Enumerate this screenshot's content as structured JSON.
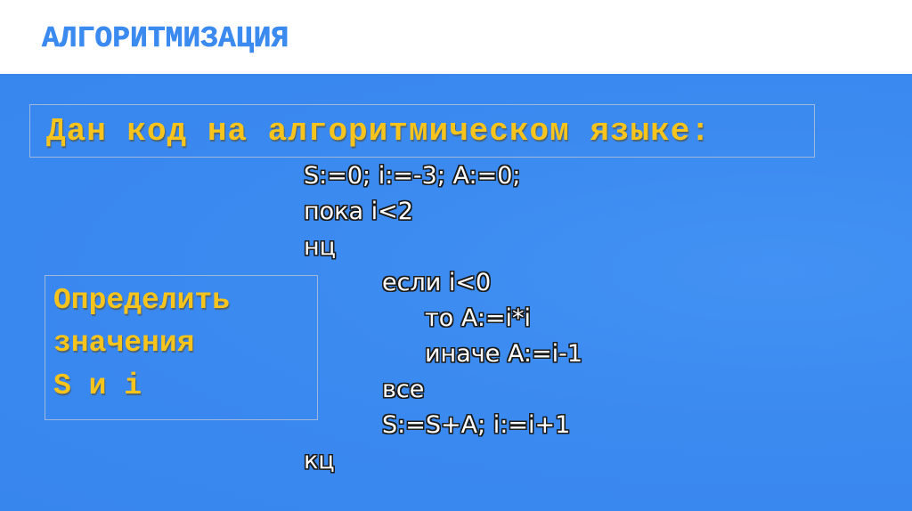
{
  "slide": {
    "title": "АЛГОРИТМИЗАЦИЯ",
    "task_header": "Дан код на алгоритмическом языке:",
    "goal": {
      "lines": [
        "Определить",
        "значения",
        "S и i"
      ]
    },
    "code": {
      "lines": [
        {
          "indent": 0,
          "text": "S:=0; i:=-3; A:=0;"
        },
        {
          "indent": 0,
          "text": "пока i<2"
        },
        {
          "indent": 0,
          "text": "нц"
        },
        {
          "indent": 1,
          "text": "если i<0"
        },
        {
          "indent": 2,
          "text": "то A:=i*i"
        },
        {
          "indent": 2,
          "text": "иначе A:=i-1"
        },
        {
          "indent": 1,
          "text": "все"
        },
        {
          "indent": 1,
          "text": "S:=S+A; i:=i+1"
        },
        {
          "indent": 0,
          "text": "кц"
        }
      ]
    },
    "colors": {
      "accent_blue": "#3b8af0",
      "highlight_yellow": "#f6c41c",
      "code_text": "#ffffff",
      "box_border": "#9fb8dc"
    }
  }
}
